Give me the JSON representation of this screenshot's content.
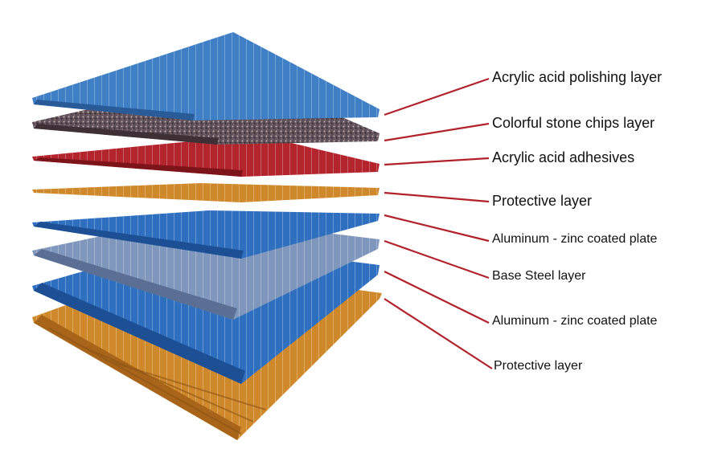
{
  "diagram": {
    "labels": [
      "Acrylic acid polishing layer",
      "Colorful stone chips layer",
      "Acrylic acid adhesives",
      "Protective layer",
      "Aluminum - zinc coated plate",
      "Base Steel layer",
      "Aluminum - zinc coated plate",
      "Protective layer"
    ],
    "colors": {
      "polishing": "#3f7fc6",
      "stone": "#6b5a60",
      "adhesive": "#b3242c",
      "protective": "#d0892a",
      "alu_zinc": "#2f6fc0",
      "base_steel": "#7f97bd",
      "leader": "#b2222a"
    }
  }
}
